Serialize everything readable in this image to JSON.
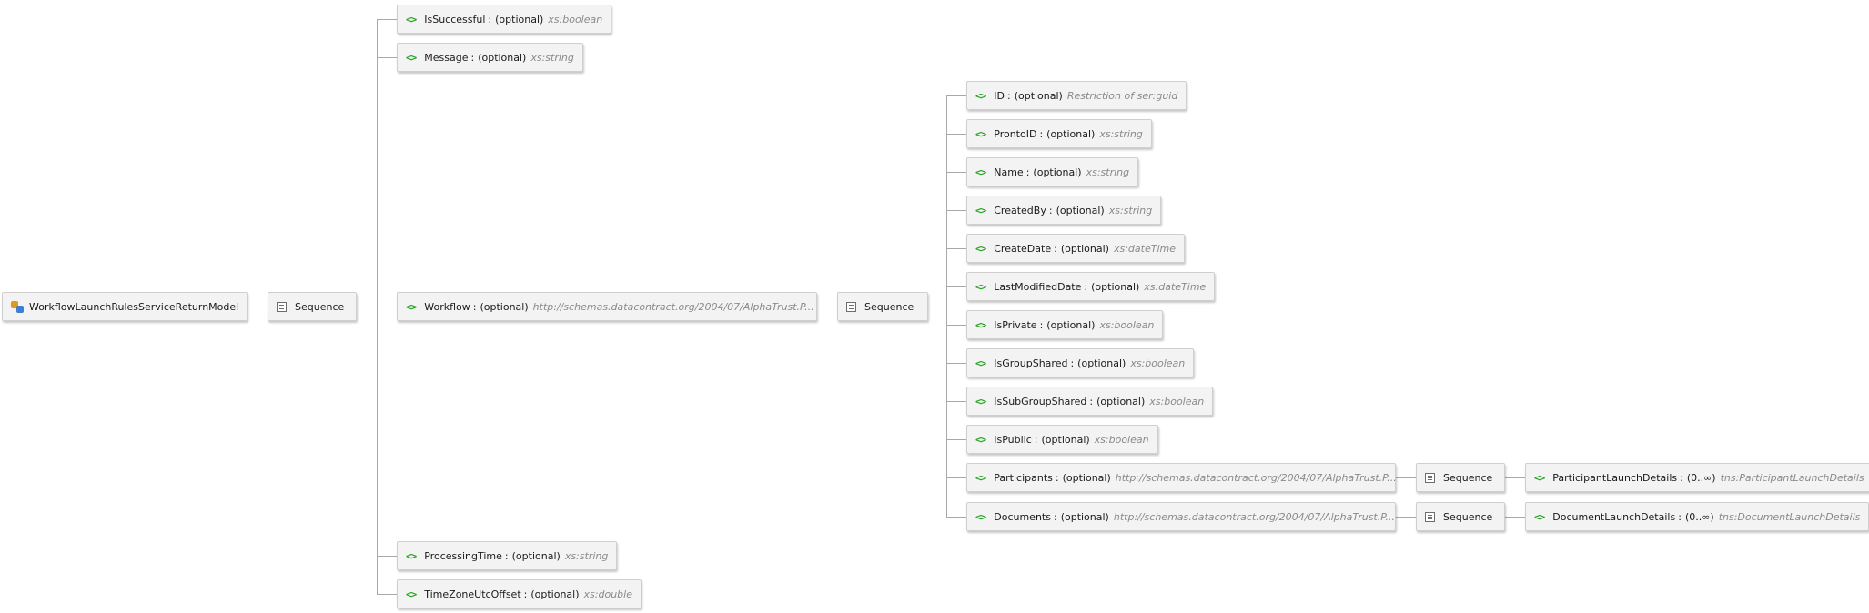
{
  "colors": {
    "element_icon": "#22a31e",
    "type_text": "#8a8a8a",
    "node_background": "#f3f3f3",
    "connector": "#a9a9a9",
    "root_icon_primary": "#e09a21",
    "root_icon_secondary": "#3f7fd1"
  },
  "icons": {
    "element": "element-icon",
    "sequence": "sequence-icon",
    "complex_type": "complex-type-icon"
  },
  "glyphs": {
    "element": "<>"
  },
  "root": {
    "label": "WorkflowLaunchRulesServiceReturnModel"
  },
  "sequence_label": "Sequence",
  "optional_label": "(optional)",
  "colon": ":",
  "top_elements": [
    {
      "name": "IsSuccessful",
      "occurs": "(optional)",
      "type": "xs:boolean"
    },
    {
      "name": "Message",
      "occurs": "(optional)",
      "type": "xs:string"
    },
    {
      "name": "Workflow",
      "occurs": "(optional)",
      "type": "http://schemas.datacontract.org/2004/07/AlphaTrust.P..."
    },
    {
      "name": "ProcessingTime",
      "occurs": "(optional)",
      "type": "xs:string"
    },
    {
      "name": "TimeZoneUtcOffset",
      "occurs": "(optional)",
      "type": "xs:double"
    }
  ],
  "workflow_elements": [
    {
      "name": "ID",
      "occurs": "(optional)",
      "type": "Restriction of ser:guid"
    },
    {
      "name": "ProntoID",
      "occurs": "(optional)",
      "type": "xs:string"
    },
    {
      "name": "Name",
      "occurs": "(optional)",
      "type": "xs:string"
    },
    {
      "name": "CreatedBy",
      "occurs": "(optional)",
      "type": "xs:string"
    },
    {
      "name": "CreateDate",
      "occurs": "(optional)",
      "type": "xs:dateTime"
    },
    {
      "name": "LastModifiedDate",
      "occurs": "(optional)",
      "type": "xs:dateTime"
    },
    {
      "name": "IsPrivate",
      "occurs": "(optional)",
      "type": "xs:boolean"
    },
    {
      "name": "IsGroupShared",
      "occurs": "(optional)",
      "type": "xs:boolean"
    },
    {
      "name": "IsSubGroupShared",
      "occurs": "(optional)",
      "type": "xs:boolean"
    },
    {
      "name": "IsPublic",
      "occurs": "(optional)",
      "type": "xs:boolean"
    },
    {
      "name": "Participants",
      "occurs": "(optional)",
      "type": "http://schemas.datacontract.org/2004/07/AlphaTrust.P..."
    },
    {
      "name": "Documents",
      "occurs": "(optional)",
      "type": "http://schemas.datacontract.org/2004/07/AlphaTrust.P..."
    }
  ],
  "participants_child": {
    "name": "ParticipantLaunchDetails",
    "occurs": "(0..∞)",
    "type": "tns:ParticipantLaunchDetails"
  },
  "documents_child": {
    "name": "DocumentLaunchDetails",
    "occurs": "(0..∞)",
    "type": "tns:DocumentLaunchDetails"
  }
}
